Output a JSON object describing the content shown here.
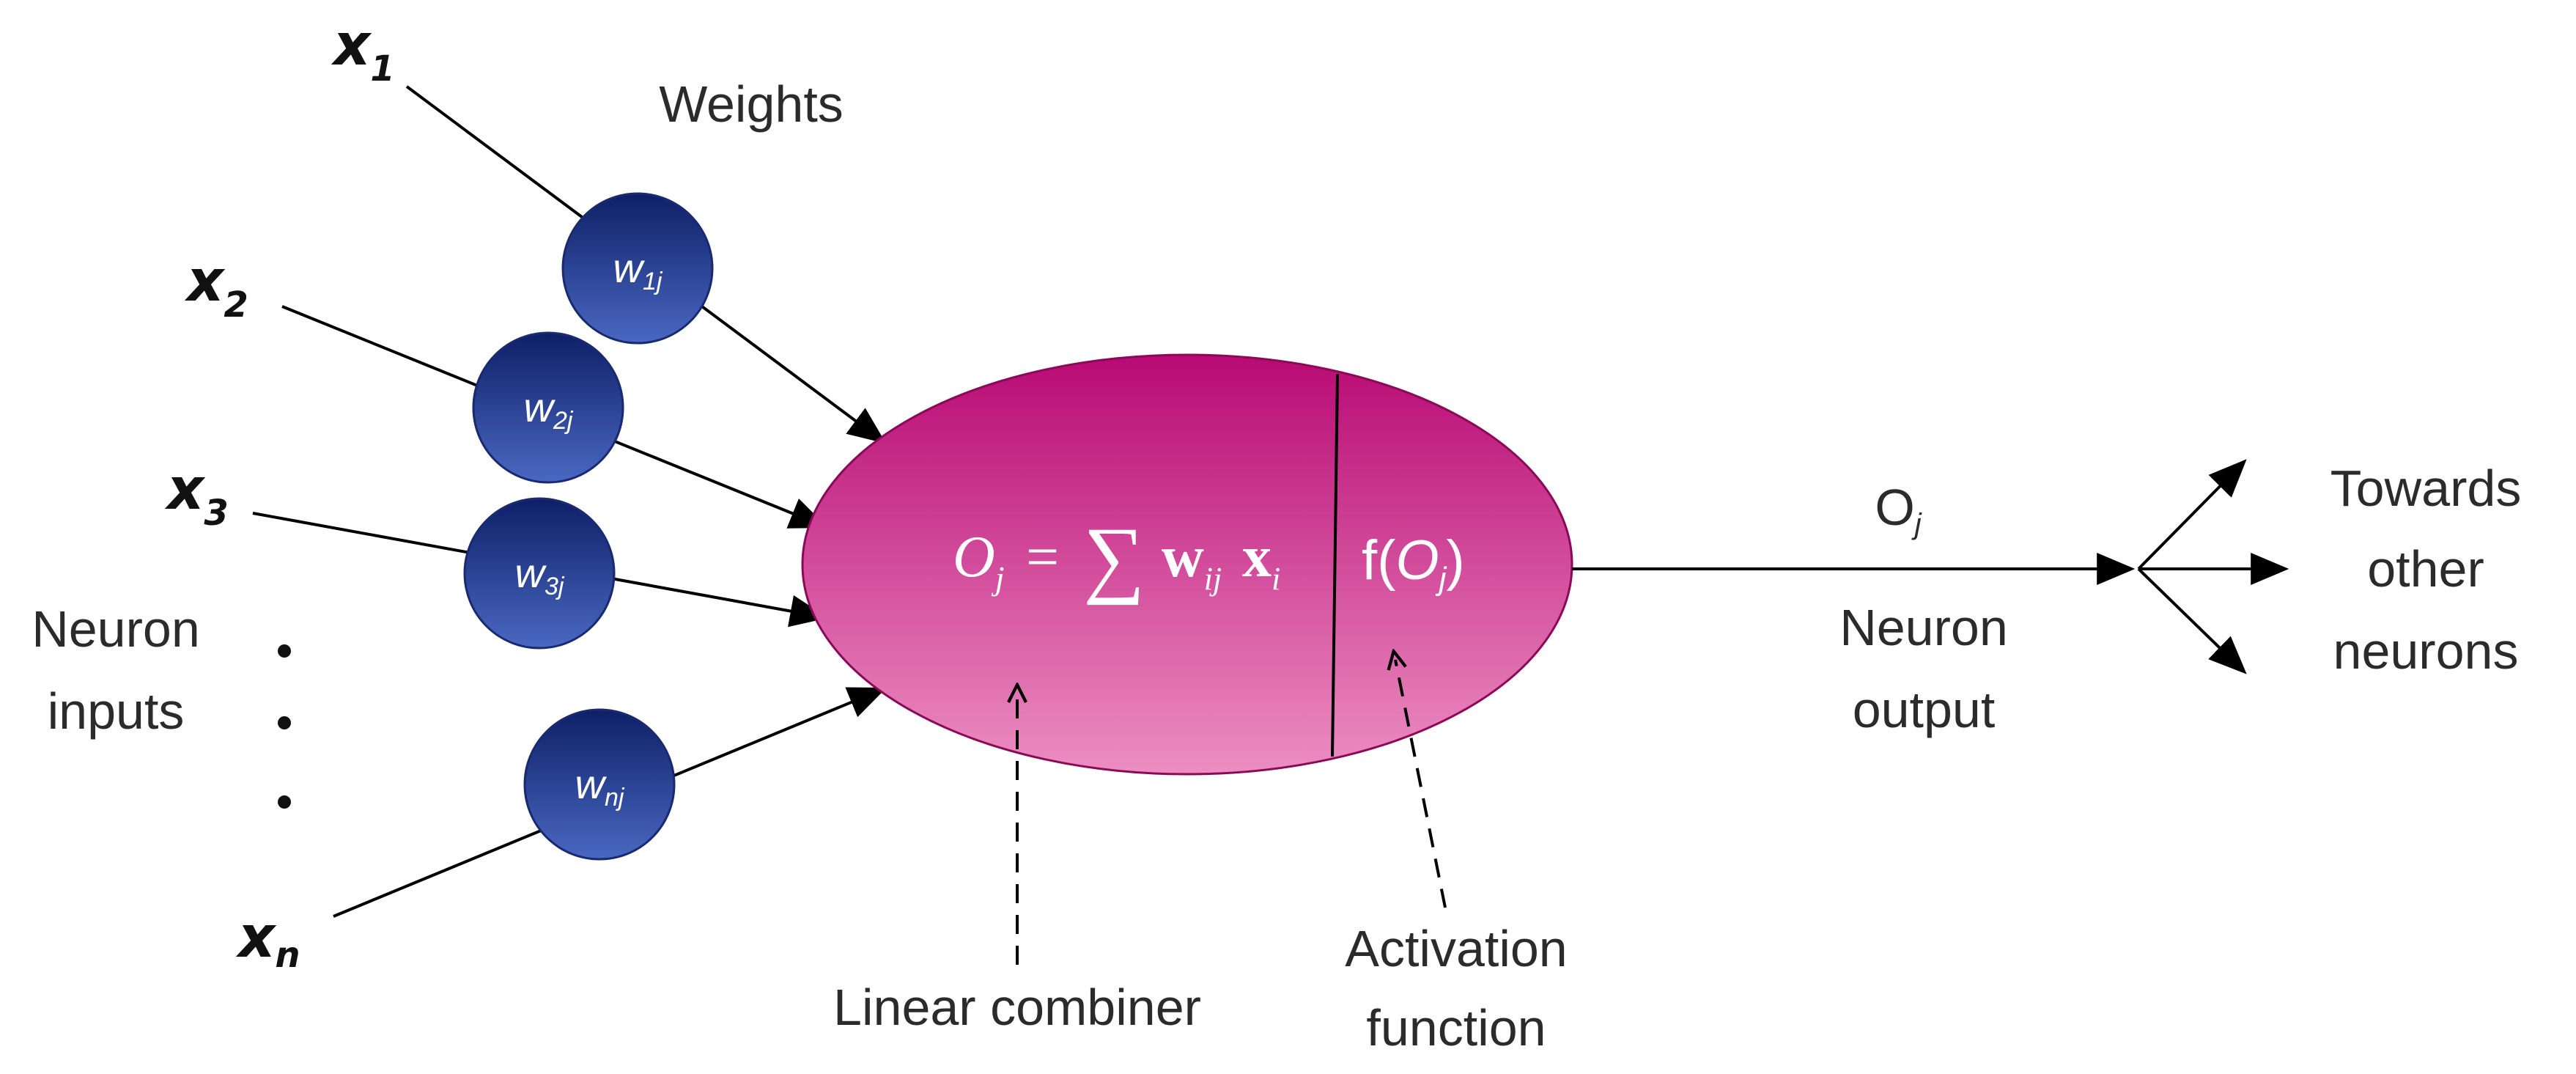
{
  "labels": {
    "weights": "Weights",
    "neuron_inputs_line1": "Neuron",
    "neuron_inputs_line2": "inputs",
    "ellipsis_dot": "•",
    "linear_combiner": "Linear combiner",
    "activation_line1": "Activation",
    "activation_line2": "function",
    "neuron_output_line1": "Neuron",
    "neuron_output_line2": "output",
    "output_symbol": "O",
    "output_subscript": "j",
    "towards_line1": "Towards",
    "towards_line2": "other",
    "towards_line3": "neurons"
  },
  "inputs": [
    {
      "symbol": "x",
      "sub": "1"
    },
    {
      "symbol": "x",
      "sub": "2"
    },
    {
      "symbol": "x",
      "sub": "3"
    },
    {
      "symbol": "x",
      "sub": "n"
    }
  ],
  "weights": [
    {
      "symbol": "w",
      "sub": "1j"
    },
    {
      "symbol": "w",
      "sub": "2j"
    },
    {
      "symbol": "w",
      "sub": "3j"
    },
    {
      "symbol": "w",
      "sub": "nj"
    }
  ],
  "neuron": {
    "sum_lhs": "O",
    "sum_lhs_sub": "j",
    "sum_eq": "=",
    "sum_sigma": "∑",
    "sum_w": "w",
    "sum_w_sub": "ij",
    "sum_x": "x",
    "sum_x_sub": "i",
    "activation_prefix": "f(",
    "activation_arg": "O",
    "activation_arg_sub": "j",
    "activation_suffix": ")"
  },
  "colors": {
    "neuron_top": "#b80a74",
    "neuron_bottom": "#ec8ec2",
    "weight_top": "#0d1f66",
    "weight_bottom": "#4a68c2",
    "stroke": "#000000"
  }
}
